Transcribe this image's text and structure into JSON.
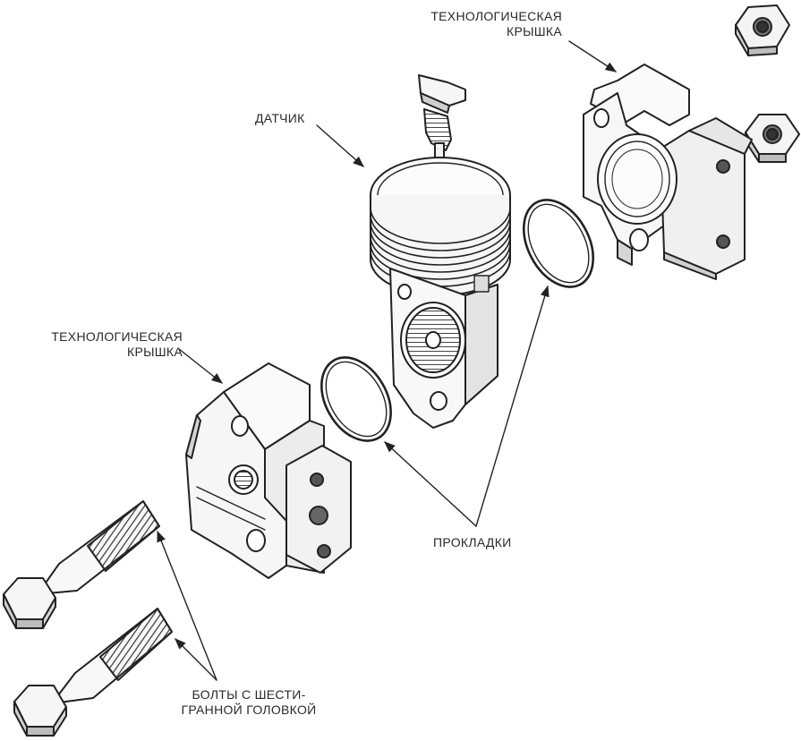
{
  "labels": {
    "cover_top": [
      "ТЕХНОЛОГИЧЕСКАЯ",
      "КРЫШКА"
    ],
    "sensor": "ДАТЧИК",
    "cover_left": [
      "ТЕХНОЛОГИЧЕСКАЯ",
      "КРЫШКА"
    ],
    "gaskets": "ПРОКЛАДКИ",
    "bolts": [
      "БОЛТЫ С ШЕСТИ-",
      "ГРАННОЙ ГОЛОВКОЙ"
    ]
  }
}
